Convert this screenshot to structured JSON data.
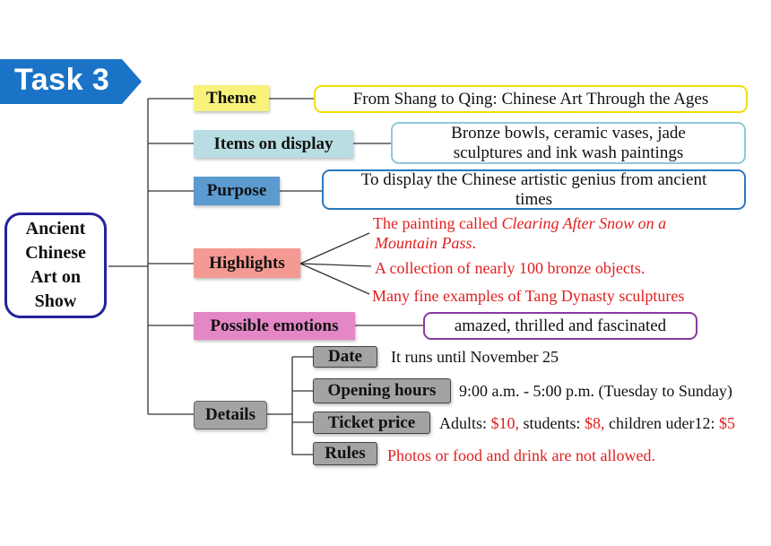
{
  "task": {
    "label": "Task 3",
    "color": "#1a73c6"
  },
  "root": {
    "lines": [
      "Ancient",
      "Chinese",
      "Art on",
      "Show"
    ]
  },
  "branches": {
    "theme": {
      "label": "Theme",
      "content": "From Shang to Qing: Chinese Art Through the Ages"
    },
    "items": {
      "label": "Items on display",
      "content_lines": [
        "Bronze bowls, ceramic vases, jade",
        "sculptures and ink wash paintings"
      ]
    },
    "purpose": {
      "label": "Purpose",
      "content_lines": [
        "To display the Chinese artistic genius from ancient",
        "times"
      ]
    },
    "highlights": {
      "label": "Highlights",
      "h1_prefix": "The painting called ",
      "h1_italic_a": "Clearing After Snow on a",
      "h1_italic_b": "Mountain Pass",
      "h1_suffix": ".",
      "h2": "A collection of nearly 100 bronze objects.",
      "h3": "Many fine examples of Tang Dynasty sculptures"
    },
    "emotions": {
      "label": "Possible emotions",
      "content": "amazed, thrilled and fascinated"
    },
    "details": {
      "label": "Details",
      "date": {
        "label": "Date",
        "value": "It runs until November 25"
      },
      "hours": {
        "label": "Opening hours",
        "value": "9:00 a.m. - 5:00 p.m. (Tuesday to Sunday)"
      },
      "ticket": {
        "label": "Ticket price",
        "adults_label": "Adults: ",
        "adults_price": "$10,",
        "students_label": " students: ",
        "students_price": "$8,",
        "children_label": " children uder12: ",
        "children_price": "$5"
      },
      "rules": {
        "label": "Rules",
        "value": "Photos or food and drink are not allowed."
      }
    }
  },
  "colors": {
    "theme": "#f8f27a",
    "theme_border": "#efe000",
    "items": "#b8dde2",
    "items_border": "#8ccbd4",
    "purpose": "#5b9bd0",
    "purpose_border": "#2a78bf",
    "highlights": "#f49a92",
    "emotions": "#e487c6",
    "emotions_border": "#8a3aa3",
    "details": "#a3a3a3",
    "red_text": "#e0201f"
  }
}
